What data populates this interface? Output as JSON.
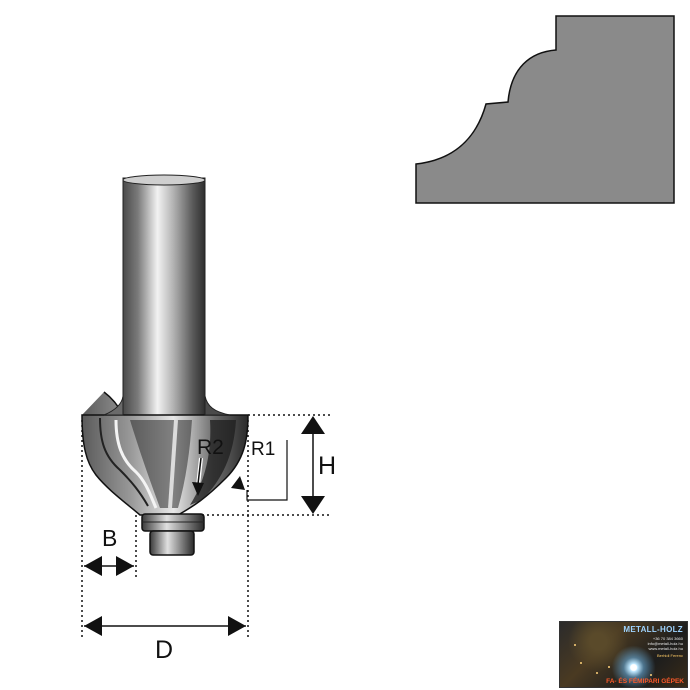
{
  "labels": {
    "r2": "R2",
    "r1": "R1",
    "h": "H",
    "b": "B",
    "d": "D"
  },
  "logo": {
    "brand": "METALL-HOLZ",
    "phone": "+36 70 384 3660",
    "email": "info@metall-holz.hu",
    "web": "www.metall-holz.hu",
    "person": "Berhidi Ferenc",
    "tagline": "FA- ÉS FÉMIPARI GÉPEK"
  },
  "colors": {
    "profile_fill": "#8a8a8a",
    "outline": "#111111",
    "shank_dark": "#3a3a3a",
    "shank_light": "#e6e6e6"
  }
}
